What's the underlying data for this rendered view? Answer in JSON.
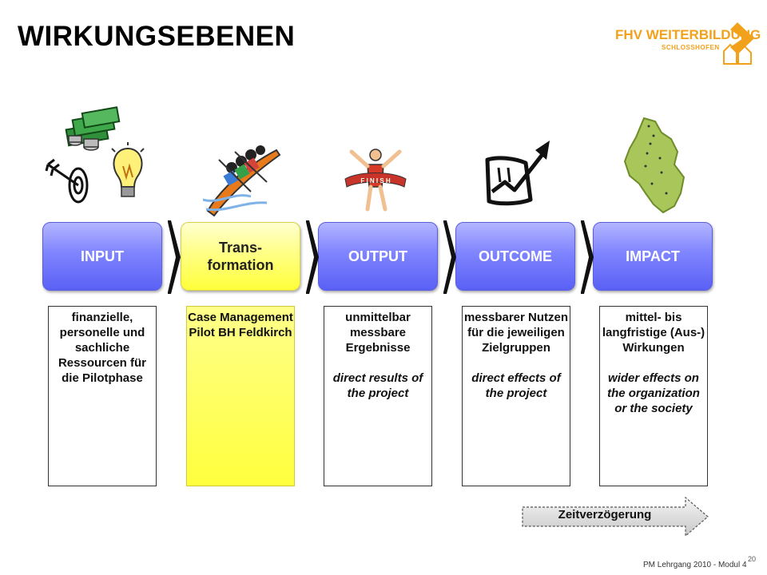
{
  "title": "WIRKUNGSEBENEN",
  "logo": {
    "line1": "FHV WEITERBILDUNG",
    "line2": "SCHLOSSHOFEN",
    "icon": "fhv-diamond-logo-icon",
    "color": "#f2a21a"
  },
  "phases": [
    {
      "label": "INPUT",
      "style": "blue",
      "illustration": "money-bulb-target-icon",
      "desc_de": "finanzielle, personelle und sachliche Ressourcen für die Pilotphase",
      "desc_en": ""
    },
    {
      "label": "Trans-\nformation",
      "style": "yellow",
      "illustration": "rowing-team-icon",
      "desc_de": "Case Management Pilot BH Feldkirch",
      "desc_en": ""
    },
    {
      "label": "OUTPUT",
      "style": "blue",
      "illustration": "finish-line-runner-icon",
      "desc_de": "unmittelbar messbare Ergebnisse",
      "desc_en": "direct results of the project"
    },
    {
      "label": "OUTCOME",
      "style": "blue",
      "illustration": "rising-chart-icon",
      "desc_de": "messbarer Nutzen für die jeweiligen Zielgruppen",
      "desc_en": "direct effects of the project"
    },
    {
      "label": "IMPACT",
      "style": "blue",
      "illustration": "region-map-icon",
      "desc_de": "mittel- bis langfristige (Aus-) Wirkungen",
      "desc_en": "wider effects on the organization or the society"
    }
  ],
  "colors": {
    "phase_blue": "#7f84ff",
    "phase_yellow": "#ffff6a",
    "map_green": "#a8c65a"
  },
  "time_arrow": {
    "label": "Zeitverzögerung"
  },
  "footer": {
    "text": "PM Lehrgang 2010 - Modul 4",
    "page": "20"
  }
}
